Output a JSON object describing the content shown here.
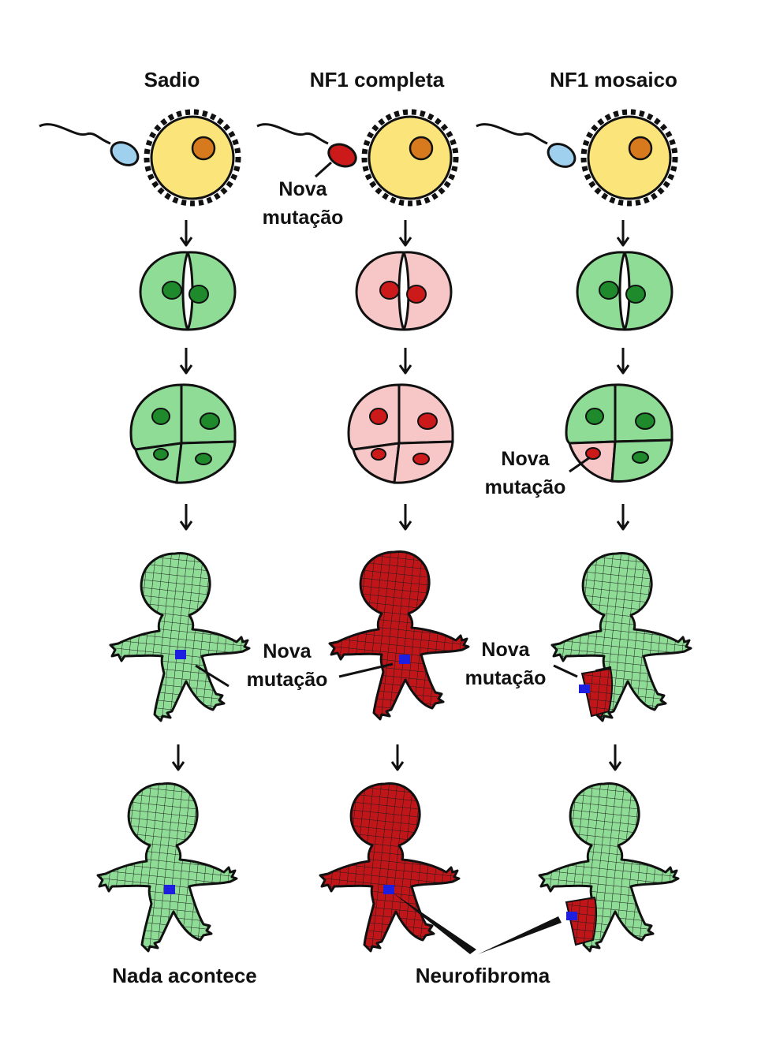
{
  "title": "",
  "columns": [
    {
      "id": "sadio",
      "title": "Sadio",
      "sperm_color": "#9fd0ee",
      "embryo_color": "#8fdc97",
      "nucleus_color": "#1f8a2c"
    },
    {
      "id": "nf1-completa",
      "title": "NF1 completa",
      "sperm_color": "#cc1a1a",
      "embryo_color": "#f7c6c6",
      "nucleus_color": "#cc1a1a"
    },
    {
      "id": "nf1-mosaico",
      "title": "NF1 mosaico",
      "sperm_color": "#9fd0ee",
      "embryo_color": "#8fdc97",
      "nucleus_color": "#1f8a2c"
    }
  ],
  "annotations": {
    "sperm_mutation": {
      "line1": "Nova",
      "line2": "mutação"
    },
    "cell_mutation": {
      "line1": "Nova",
      "line2": "mutação"
    },
    "baby_mutation_1": {
      "line1": "Nova",
      "line2": "mutação"
    },
    "baby_mutation_2": {
      "line1": "Nova",
      "line2": "mutação"
    },
    "baby_mutation_3": {
      "line1": "Nova",
      "line2": "mutação"
    }
  },
  "outcomes": {
    "healthy": "Nada acontece",
    "tumor": "Neurofibroma"
  },
  "colors": {
    "egg": "#fbe47a",
    "egg_nucleus": "#d77a1e",
    "healthy_tissue": "#8fdc97",
    "mutant_tissue": "#c0161a",
    "mutant_cell": "#f7c6c6",
    "neurofibroma_spot": "#1e1ee0",
    "outline": "#111111"
  }
}
